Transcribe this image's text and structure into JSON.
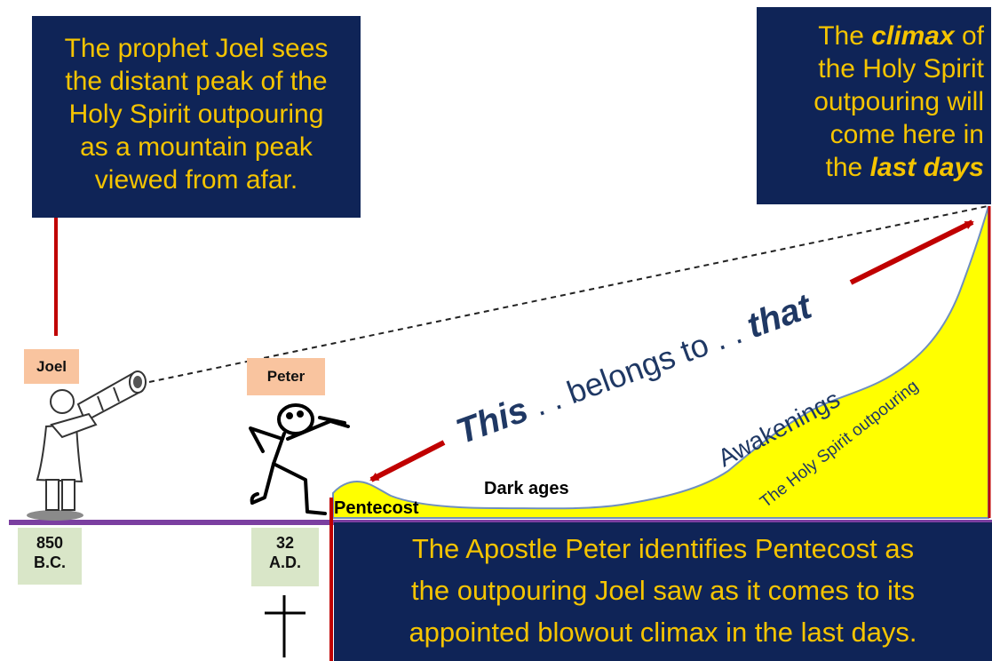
{
  "joel_box": {
    "lines": [
      "The prophet Joel sees",
      "the distant peak of the",
      "Holy Spirit outpouring",
      "as a mountain peak",
      "viewed from afar."
    ]
  },
  "climax_box": {
    "line1_prefix": "The ",
    "line1_emph": "climax",
    "line1_suffix": " of",
    "line2": "the Holy Spirit",
    "line3": "outpouring will",
    "line4": "come here in",
    "line5_prefix": "the ",
    "line5_emph": "last days"
  },
  "peter_box": {
    "lines": [
      "The Apostle Peter identifies Pentecost as",
      "the outpouring Joel saw as it comes to its",
      "appointed blowout climax in the last days."
    ]
  },
  "labels": {
    "joel": "Joel",
    "peter": "Peter",
    "date_bc_num": "850",
    "date_bc_era": "B.C.",
    "date_ad_num": "32",
    "date_ad_era": "A.D.",
    "pentecost": "Pentecost",
    "dark_ages": "Dark ages",
    "awakenings": "Awakenings",
    "outpouring_curve": "The Holy Spirit outpouring",
    "this": "This",
    "belongs_to": " . . belongs to . . ",
    "that": "that"
  },
  "colors": {
    "navy": "#0f2457",
    "gold": "#f5c400",
    "yellow_fill": "#ffff00",
    "timeline_purple": "#7b3fa0",
    "arrow_red": "#c00000",
    "peach": "#f9c49f",
    "sage": "#d9e6c8",
    "text_navy": "#1f3864"
  }
}
